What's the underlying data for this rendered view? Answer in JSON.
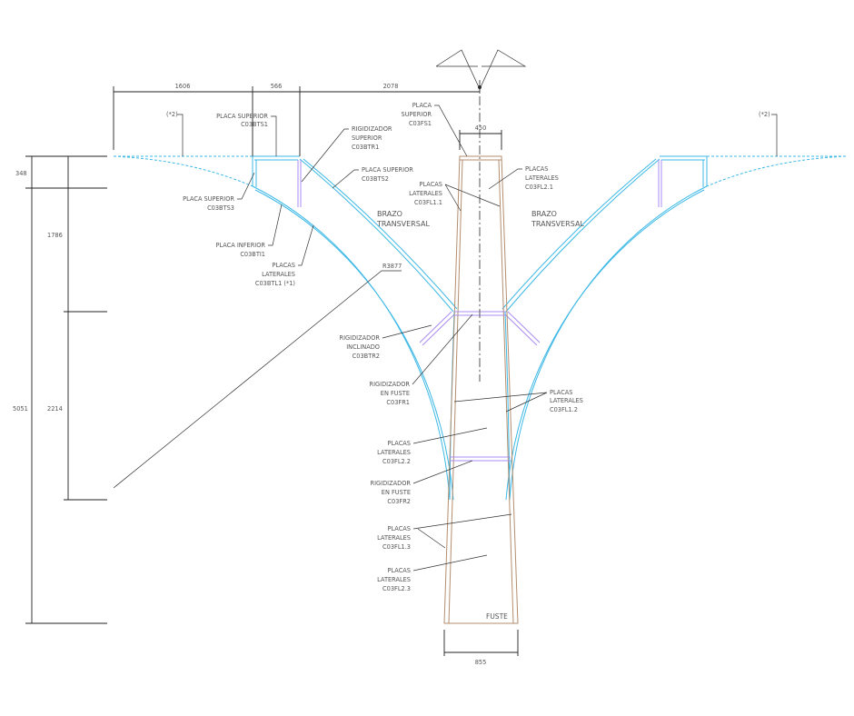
{
  "dimensions": {
    "top": [
      "1606",
      "566",
      "2078"
    ],
    "pole_top_width": "450",
    "pole_base_width": "855",
    "left": [
      "348",
      "1786",
      "2214",
      "5051"
    ],
    "radius": "R3877"
  },
  "notes": {
    "note2_left": "(*2)",
    "note2_right": "(*2)",
    "brazo_left": [
      "BRAZO",
      "TRANSVERSAL"
    ],
    "brazo_right": [
      "BRAZO",
      "TRANSVERSAL"
    ],
    "fuste": "FUSTE"
  },
  "labels": {
    "bts1": [
      "PLACA SUPERIOR",
      "C03BTS1"
    ],
    "btr1": [
      "RIGIDIZADOR",
      "SUPERIOR",
      "C03BTR1"
    ],
    "bts2": [
      "PLACA SUPERIOR",
      "C03BTS2"
    ],
    "bts3": [
      "PLACA SUPERIOR",
      "C03BTS3"
    ],
    "bti1": [
      "PLACA INFERIOR",
      "C03BTI1"
    ],
    "btl1": [
      "PLACAS",
      "LATERALES",
      "C03BTL1 (*1)"
    ],
    "fs1": [
      "PLACA",
      "SUPERIOR",
      "C03FS1"
    ],
    "fl11": [
      "PLACAS",
      "LATERALES",
      "C03FL1.1"
    ],
    "fl21": [
      "PLACAS",
      "LATERALES",
      "C03FL2.1"
    ],
    "btr2": [
      "RIGIDIZADOR",
      "INCLINADO",
      "C03BTR2"
    ],
    "fr1": [
      "RIGIDIZADOR",
      "EN FUSTE",
      "C03FR1"
    ],
    "fl12": [
      "PLACAS",
      "LATERALES",
      "C03FL1.2"
    ],
    "fl22": [
      "PLACAS",
      "LATERALES",
      "C03FL2.2"
    ],
    "fr2": [
      "RIGIDIZADOR",
      "EN FUSTE",
      "C03FR2"
    ],
    "fl13": [
      "PLACAS",
      "LATERALES",
      "C03FL1.3"
    ],
    "fl23": [
      "PLACAS",
      "LATERALES",
      "C03FL2.3"
    ]
  },
  "colors": {
    "arm": "#3bb8e6",
    "stiffener": "#a98cf0",
    "pole": "#b38d6e"
  }
}
